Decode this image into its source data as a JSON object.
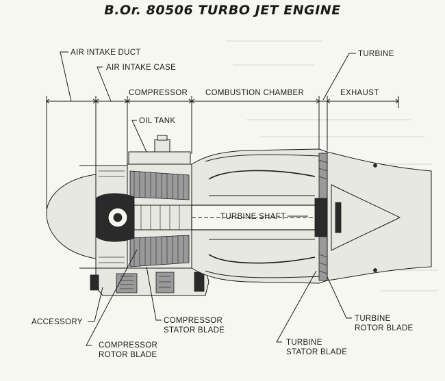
{
  "title": "B.Or. 80506 TURBO JET ENGINE",
  "labels": {
    "air_intake_duct": "AIR INTAKE DUCT",
    "air_intake_case": "AIR INTAKE CASE",
    "compressor": "COMPRESSOR",
    "combustion_chamber": "COMBUSTION CHAMBER",
    "turbine": "TURBINE",
    "exhaust": "EXHAUST",
    "oil_tank": "OIL TANK",
    "turbine_shaft": "TURBINE SHAFT",
    "accessory": "ACCESSORY",
    "compressor_stator_blade_1": "COMPRESSOR",
    "compressor_stator_blade_2": "STATOR BLADE",
    "compressor_rotor_blade_1": "COMPRESSOR",
    "compressor_rotor_blade_2": "ROTOR BLADE",
    "turbine_stator_blade_1": "TURBINE",
    "turbine_stator_blade_2": "STATOR BLADE",
    "turbine_rotor_blade_1": "TURBINE",
    "turbine_rotor_blade_2": "ROTOR BLADE"
  }
}
